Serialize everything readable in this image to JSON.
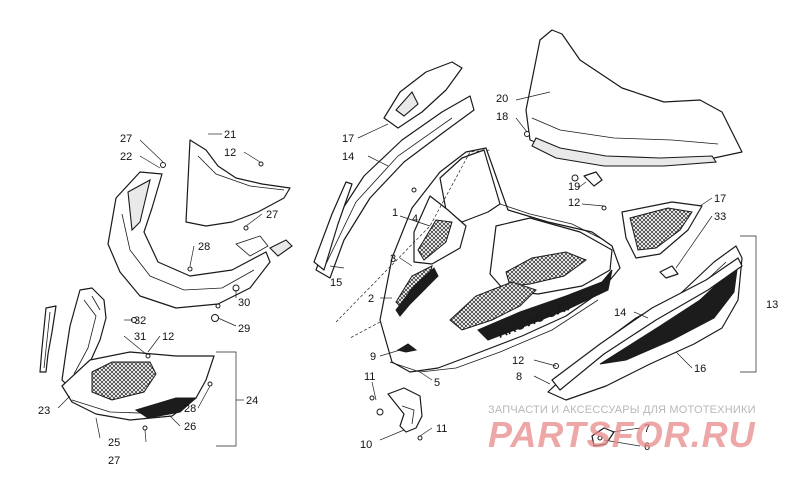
{
  "watermark": {
    "tagline": "ЗАПЧАСТИ И АКСЕССУАРЫ ДЛЯ МОТОТЕХНИКИ",
    "logo_text": "PARTSFOR.RU"
  },
  "callouts": [
    {
      "id": "c27a",
      "label": "27"
    },
    {
      "id": "c22",
      "label": "22"
    },
    {
      "id": "c21",
      "label": "21"
    },
    {
      "id": "c12a",
      "label": "12"
    },
    {
      "id": "c27b",
      "label": "27"
    },
    {
      "id": "c28a",
      "label": "28"
    },
    {
      "id": "c30",
      "label": "30"
    },
    {
      "id": "c29",
      "label": "29"
    },
    {
      "id": "c32",
      "label": "32"
    },
    {
      "id": "c31",
      "label": "31"
    },
    {
      "id": "c12b",
      "label": "12"
    },
    {
      "id": "c23",
      "label": "23"
    },
    {
      "id": "c24",
      "label": "24"
    },
    {
      "id": "c28b",
      "label": "28"
    },
    {
      "id": "c26",
      "label": "26"
    },
    {
      "id": "c25",
      "label": "25"
    },
    {
      "id": "c27c",
      "label": "27"
    },
    {
      "id": "c17a",
      "label": "17"
    },
    {
      "id": "c14a",
      "label": "14"
    },
    {
      "id": "c15",
      "label": "15"
    },
    {
      "id": "c1",
      "label": "1"
    },
    {
      "id": "c4",
      "label": "4"
    },
    {
      "id": "c3",
      "label": "3"
    },
    {
      "id": "c2",
      "label": "2"
    },
    {
      "id": "c9",
      "label": "9"
    },
    {
      "id": "c11a",
      "label": "11"
    },
    {
      "id": "c10",
      "label": "10"
    },
    {
      "id": "c11b",
      "label": "11"
    },
    {
      "id": "c5",
      "label": "5"
    },
    {
      "id": "c20",
      "label": "20"
    },
    {
      "id": "c18",
      "label": "18"
    },
    {
      "id": "c19",
      "label": "19"
    },
    {
      "id": "c12c",
      "label": "12"
    },
    {
      "id": "c17b",
      "label": "17"
    },
    {
      "id": "c33",
      "label": "33"
    },
    {
      "id": "c13",
      "label": "13"
    },
    {
      "id": "c14b",
      "label": "14"
    },
    {
      "id": "c16",
      "label": "16"
    },
    {
      "id": "c12d",
      "label": "12"
    },
    {
      "id": "c8",
      "label": "8"
    },
    {
      "id": "c7",
      "label": "7"
    },
    {
      "id": "c6",
      "label": "6"
    }
  ],
  "decal_text": "ARCTIC CAT"
}
